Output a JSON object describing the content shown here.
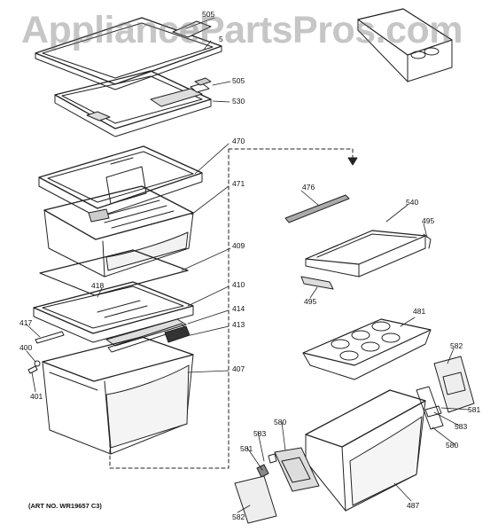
{
  "watermark": "AppliancePartsPros.com",
  "art_number": "(ART NO. WR19657 C3)",
  "labels": {
    "p505_top": "505",
    "p5_top": "5",
    "p505_mid": "505",
    "p530": "530",
    "p470": "470",
    "p471": "471",
    "p409": "409",
    "p418": "418",
    "p410": "410",
    "p414": "414",
    "p413": "413",
    "p417": "417",
    "p400": "400",
    "p407": "407",
    "p401": "401",
    "p476": "476",
    "p540": "540",
    "p495_right": "495",
    "p495_bottom": "495",
    "p481": "481",
    "p582_right": "582",
    "p581_right": "581",
    "p583_right": "583",
    "p580_right": "580",
    "p583_left": "583",
    "p580_left": "580",
    "p581_left": "581",
    "p582_bottom": "582",
    "p487": "487"
  }
}
